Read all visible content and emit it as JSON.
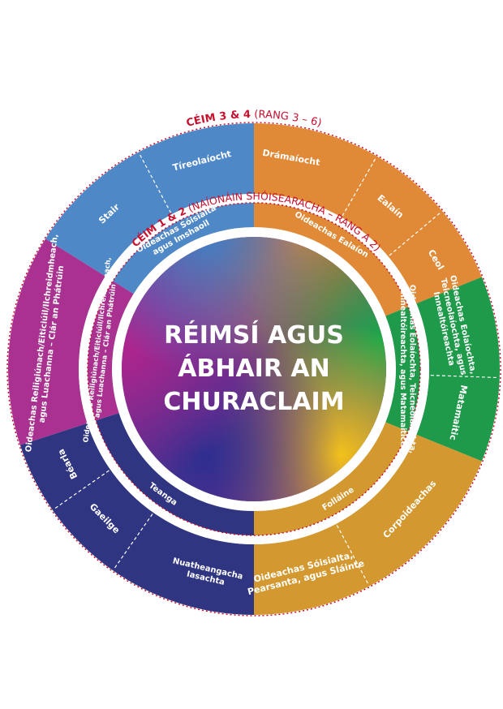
{
  "center": {
    "lines": [
      "RÉIMSÍ AGUS",
      "ÁBHAIR AN",
      "CHURACLAIM"
    ]
  },
  "outer_heading": {
    "bold": "CÉIM 3 & 4",
    "normal": " (RANG 3 – 6)"
  },
  "inner_heading": {
    "bold": "CÉIM 1 & 2",
    "normal": " (NAÍONÁIN SHÓISEARACHA – RANG A 2)"
  },
  "colors": {
    "blue": "#4f88c6",
    "orange": "#e08a37",
    "green": "#1e9a4a",
    "gold": "#d3982f",
    "navy": "#2f3580",
    "magenta": "#a93290",
    "heading_red": "#c8102e"
  },
  "inner_ring": [
    {
      "id": "sosialta",
      "color": "blue",
      "lines": [
        "Oideachas Sóisialta",
        "agus Imshaoil"
      ]
    },
    {
      "id": "ealaion",
      "color": "orange",
      "lines": [
        "Oideachas Ealaíon"
      ]
    },
    {
      "id": "eolaiocht",
      "color": "green",
      "lines": [
        "Oideachas Eolaíochta, Teicneolaíochta,",
        "Innealtóireachta, agus Matamaitice"
      ]
    },
    {
      "id": "folláine",
      "color": "gold",
      "lines": [
        "Folláine"
      ]
    },
    {
      "id": "teanga",
      "color": "navy",
      "lines": [
        "Teanga"
      ]
    },
    {
      "id": "reiligiunach",
      "color": "magenta",
      "lines": [
        "Oideachas Reiligiúnach/Eiticiúil/Ilchreidmheach,",
        "agus Luachanna – Clár an Phátrúin"
      ]
    }
  ],
  "outer_ring": [
    {
      "id": "stair",
      "color": "blue",
      "lines": [
        "Stair"
      ]
    },
    {
      "id": "tireolaiocht",
      "color": "blue",
      "lines": [
        "Tíreolaíocht"
      ]
    },
    {
      "id": "dramaiocht",
      "color": "orange",
      "lines": [
        "Drámaíocht"
      ]
    },
    {
      "id": "ealain",
      "color": "orange",
      "lines": [
        "Ealaín"
      ]
    },
    {
      "id": "ceol",
      "color": "orange",
      "lines": [
        "Ceol"
      ]
    },
    {
      "id": "eolaiocht-outer",
      "color": "green",
      "lines": [
        "Oideachas Eolaíochta,",
        "Teicneolaíochta, agus",
        "Innealtóireachta"
      ]
    },
    {
      "id": "matamaitic",
      "color": "green",
      "lines": [
        "Matamaitic"
      ]
    },
    {
      "id": "corpoideachas",
      "color": "gold",
      "lines": [
        "Corpoideachas"
      ]
    },
    {
      "id": "sppa",
      "color": "gold",
      "lines": [
        "Oideachas Sóisialta,",
        "Pearsanta, agus Sláinte"
      ]
    },
    {
      "id": "nuatheangacha",
      "color": "navy",
      "lines": [
        "Nuatheangacha",
        "Iasachta"
      ]
    },
    {
      "id": "gaeilge",
      "color": "navy",
      "lines": [
        "Gaeilge"
      ]
    },
    {
      "id": "bearla",
      "color": "navy",
      "lines": [
        "Béarla"
      ]
    },
    {
      "id": "reiligiunach-outer",
      "color": "magenta",
      "lines": [
        "Oideachas Reiligiúnach/Eiticiúil/Ilchreidmheach,",
        "agus Luachanna – Clár an Phátrúin"
      ]
    }
  ]
}
